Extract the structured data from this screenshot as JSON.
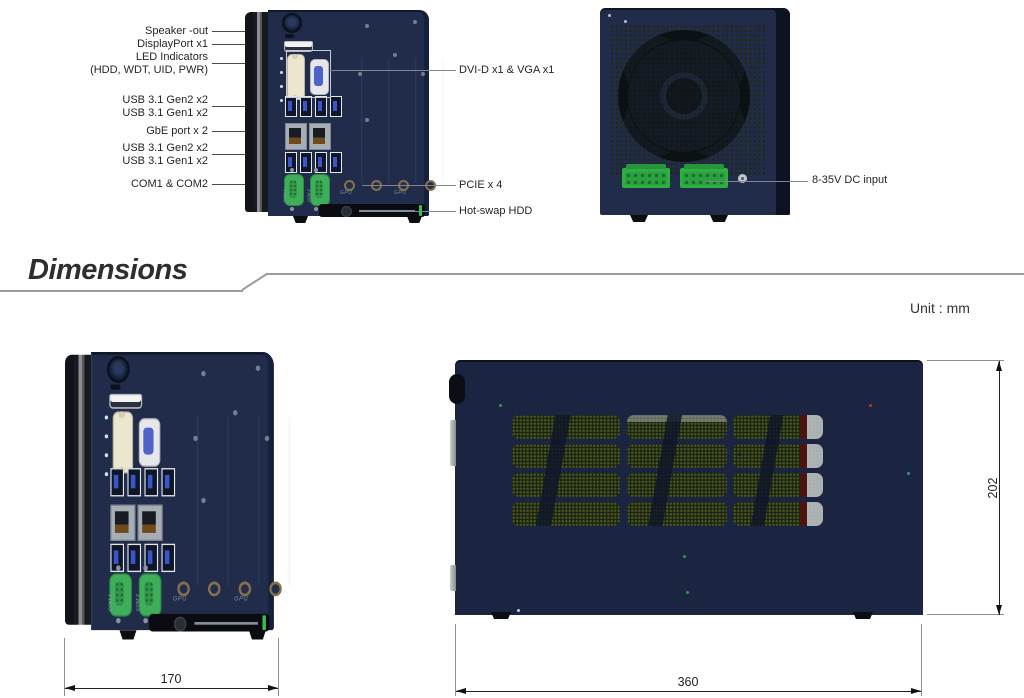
{
  "page": {
    "section_title": "Dimensions",
    "unit_note": "Unit : mm"
  },
  "front_view": {
    "left_callouts": [
      {
        "label": "Speaker -out"
      },
      {
        "label": "DisplayPort x1"
      },
      {
        "label": "LED Indicators"
      },
      {
        "label": "(HDD, WDT, UID, PWR)"
      },
      {
        "label": "USB 3.1 Gen2 x2"
      },
      {
        "label": "USB 3.1 Gen1 x2"
      },
      {
        "label": "GbE port x 2"
      },
      {
        "label": "USB 3.1 Gen2 x2"
      },
      {
        "label": "USB 3.1 Gen1 x2"
      },
      {
        "label": "COM1 & COM2"
      }
    ],
    "right_callouts": [
      {
        "label": "DVI-D x1 & VGA x1"
      },
      {
        "label": "PCIE x 4"
      },
      {
        "label": "Hot-swap HDD"
      }
    ],
    "gpu_label": "GPU",
    "com1_label": "COM 1",
    "com2_label": "COM 2"
  },
  "rear_view": {
    "callouts": [
      {
        "label": "8-35V DC input"
      }
    ]
  },
  "dimension_drawings": {
    "front_width_mm": "170",
    "side_length_mm": "360",
    "side_height_mm": "202"
  },
  "colors": {
    "chassis_navy": "#202c4a",
    "heatsink_black": "#16181d",
    "connector_green": "#2fae43",
    "dvi_cream": "#ece6cf",
    "vga_blue": "#4f62c9",
    "usb_blue": "#3c55c8"
  }
}
